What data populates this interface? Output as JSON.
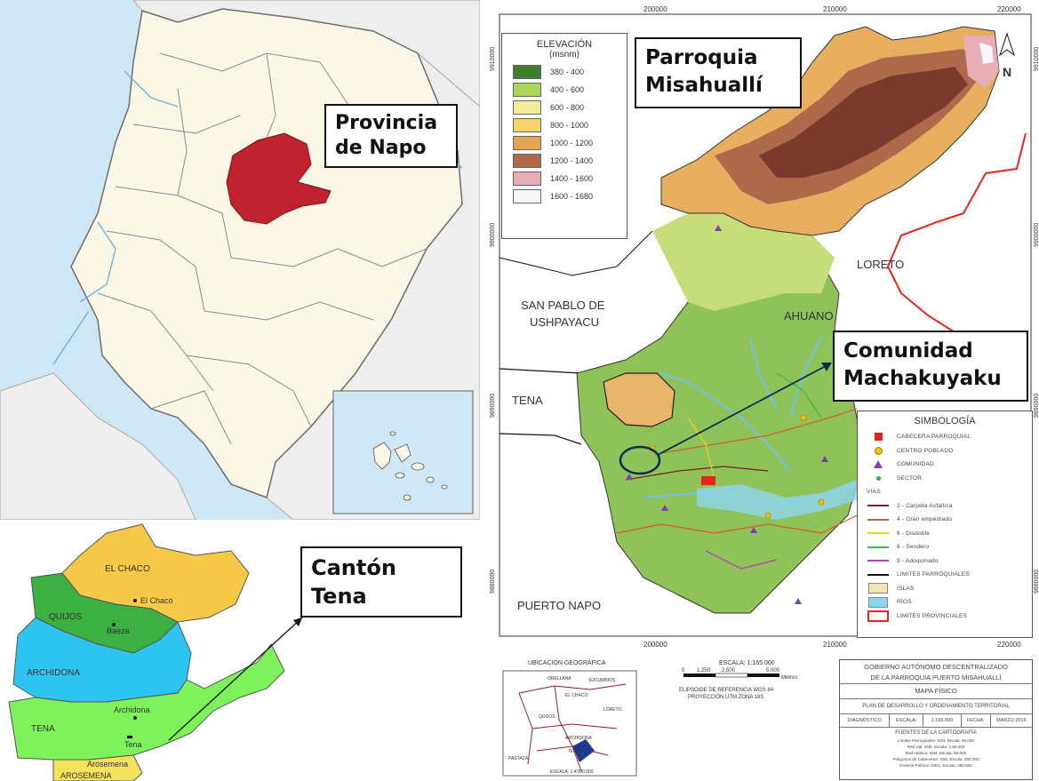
{
  "ecuador": {
    "callout": {
      "line1": "Provincia",
      "line2": "de Napo"
    }
  },
  "napo": {
    "callout": {
      "line1": "Cantón",
      "line2": "Tena"
    },
    "cantons": {
      "chaco": "EL CHACO",
      "quijos": "QUIJOS",
      "archidona": "ARCHIDONA",
      "tena": "TENA",
      "arosemena": "AROSEMENA"
    },
    "towns": {
      "chaco": "El Chaco",
      "baeza": "Baeza",
      "archidona": "Archidona",
      "tena": "Tena",
      "arosemena": "Arosemena"
    },
    "colors": {
      "chaco": "#f7c948",
      "quijos": "#3cb043",
      "archidona": "#2ec4f1",
      "tena": "#7ef25a",
      "arosemena": "#f3e35b"
    }
  },
  "misahualli": {
    "callout_parroquia": {
      "line1": "Parroquia",
      "line2": "Misahuallí"
    },
    "callout_comunidad": {
      "line1": "Comunidad",
      "line2": "Machakuyaku"
    },
    "grid_top": [
      "200000",
      "210000",
      "220000"
    ],
    "grid_bottom": [
      "200000",
      "210000",
      "220000"
    ],
    "grid_left": [
      "9910000",
      "9900000",
      "9890000",
      "9880000"
    ],
    "grid_right": [
      "9910000",
      "9900000",
      "9890000",
      "9880000"
    ],
    "north": "N",
    "labels": {
      "loreto": "LORETO",
      "san_pablo_1": "SAN PABLO DE",
      "san_pablo_2": "USHPAYACU",
      "ahuano": "AHUANO",
      "tena": "TENA",
      "puerto_napo": "PUERTO NAPO"
    },
    "elevation_legend": {
      "title": "ELEVACIÓN",
      "unit": "(msnm)",
      "items": [
        {
          "label": "380 - 400",
          "color": "#3f7d2f"
        },
        {
          "label": "400 - 600",
          "color": "#a9d55c"
        },
        {
          "label": "600 - 800",
          "color": "#f0ec9a"
        },
        {
          "label": "800 - 1000",
          "color": "#f5d56b"
        },
        {
          "label": "1000 - 1200",
          "color": "#e3a455"
        },
        {
          "label": "1200 - 1400",
          "color": "#b06a4b"
        },
        {
          "label": "1400 - 1600",
          "color": "#e7aeb8"
        },
        {
          "label": "1600 - 1680",
          "color": "#fbf6fa"
        }
      ]
    },
    "simbologia": {
      "title": "SIMBOLOGÍA",
      "items": [
        {
          "label": "CABECERA PARROQUIAL",
          "color": "#e3261d",
          "kind": "square"
        },
        {
          "label": "CENTRO POBLADO",
          "color": "#f2c200",
          "kind": "circle"
        },
        {
          "label": "COMUNIDAD",
          "color": "#7a3fb0",
          "kind": "triangle"
        },
        {
          "label": "SECTOR",
          "color": "#2fa84f",
          "kind": "dot"
        },
        {
          "label": "VIAS",
          "color": "#555555",
          "kind": "header"
        },
        {
          "label": "2 - Carpeta Asfáltica",
          "color": "#7b1f1f",
          "kind": "line"
        },
        {
          "label": "4 - Gran empedrado",
          "color": "#d2602c",
          "kind": "line"
        },
        {
          "label": "6 - Disdoble",
          "color": "#f0d21c",
          "kind": "line"
        },
        {
          "label": "8 - Sendero",
          "color": "#39b54a",
          "kind": "line"
        },
        {
          "label": "9 - Adoquinado",
          "color": "#b23fb5",
          "kind": "line"
        },
        {
          "label": "LIMITES PARROQUIALES",
          "color": "#111111",
          "kind": "line"
        },
        {
          "label": "ISLAS",
          "color": "#efe6b5",
          "kind": "fill"
        },
        {
          "label": "RÍOS",
          "color": "#8fd4ef",
          "kind": "fill"
        },
        {
          "label": "LIMITES PROVINCIALES",
          "color": "#e3261d",
          "kind": "outline"
        }
      ]
    },
    "inset": {
      "title": "UBICACIÓN GEOGRÁFICA",
      "labels": [
        "ORELLANA",
        "SUCUMBIOS",
        "EL CHACO",
        "QUIJOS",
        "ARCHIDONA",
        "TENA",
        "LORETO",
        "PASTAZA"
      ],
      "scale": "ESCALA: 1:4'000.000"
    },
    "scale_block": {
      "title": "ESCALA: 1:165.000",
      "ticks": [
        "0",
        "1.250",
        "2.500",
        "5.000"
      ],
      "unit": "Metros",
      "datum1": "ELIPSOIDE DE REFERENCIA WGS 84",
      "datum2": "PROYECCIÓN UTM ZONA 18S"
    },
    "title_block": {
      "gov1": "GOBIERNO AUTÓNOMO DESCENTRALIZADO",
      "gov2": "DE LA PARROQUIA PUERTO MISAHUALLÍ",
      "map_name": "MAPA FÍSICO",
      "plan": "PLAN DE DESARROLLO Y ORDENAMIENTO TERRITORIAL",
      "c1": "DIAGNÓSTICO",
      "c2": "ESCALA:",
      "c3": "1:165.000",
      "c4": "FECHA:",
      "c5": "MARZO 2016",
      "sources_title": "FUENTES DE LA CARTOGRAFÍA",
      "sources": [
        "Límites Parroquiales: IGM, Escala: 50.000",
        "Red vial: IGM, Escala: 1:50.000",
        "Red Hídrica: IGM, Escala: 50.000",
        "Polígonos de Cabeceras: IGM, Escala: 250.000",
        "División Política: INEC, Escala: 250.000"
      ]
    }
  }
}
